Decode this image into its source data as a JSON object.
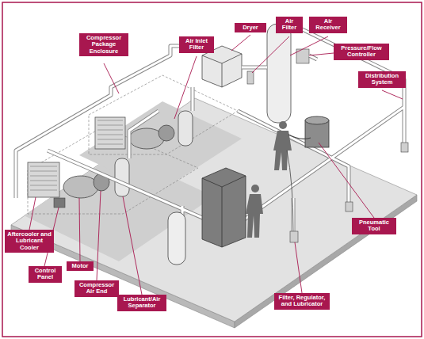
{
  "diagram": {
    "nodes": [
      {
        "text": [
          "Compressor Package Enclosure"
        ]
      },
      {
        "text": [
          "Air Inlet Filter"
        ]
      },
      {
        "text": [
          "Dryer"
        ]
      },
      {
        "text": [
          "Air Filter"
        ]
      },
      {
        "text": [
          "Air Receiver"
        ]
      },
      {
        "text": [
          "Pressure/Flow Controller"
        ]
      },
      {
        "text": [
          "Distribution System"
        ]
      },
      {
        "text": [
          "Pneumatic Tool"
        ]
      },
      {
        "text": [
          "Filter, Regulator, and Lubricator"
        ]
      },
      {
        "text": [
          "Aftercooler and Lubricant Cooler"
        ]
      },
      {
        "text": [
          "Control Panel"
        ]
      },
      {
        "text": [
          "Motor"
        ]
      },
      {
        "text": [
          "Compressor Air End"
        ]
      },
      {
        "text": [
          "Lubricant/Air Separator"
        ]
      }
    ]
  }
}
